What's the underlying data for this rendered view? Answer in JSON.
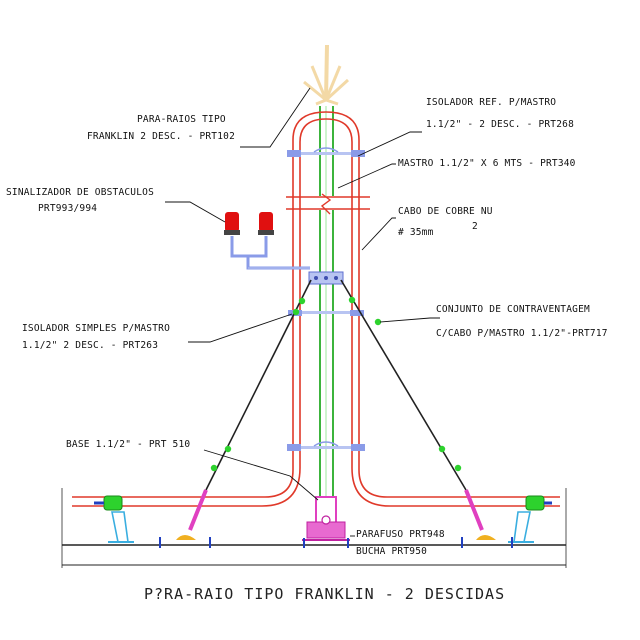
{
  "labels": {
    "para_raios_1": "PARA-RAIOS TIPO",
    "para_raios_2": "FRANKLIN 2 DESC. - PRT102",
    "isolador_ref_1": "ISOLADOR REF. P/MASTRO",
    "isolador_ref_2": "1.1/2\" - 2 DESC. - PRT268",
    "mastro": "MASTRO  1.1/2\" X 6 MTS - PRT340",
    "sinalizador_1": "SINALIZADOR DE OBSTACULOS",
    "sinalizador_2": "PRT993/994",
    "cabo_1": "CABO DE COBRE NU",
    "cabo_2": "# 35mm",
    "cabo_sup": "2",
    "conjunto_1": "CONJUNTO DE CONTRAVENTAGEM",
    "conjunto_2": "C/CABO P/MASTRO 1.1/2\"-PRT717",
    "isolador_simples_1": "ISOLADOR SIMPLES P/MASTRO",
    "isolador_simples_2": "1.1/2\"  2 DESC. - PRT263",
    "base": "BASE 1.1/2\" - PRT 510",
    "parafuso": "PARAFUSO PRT948",
    "bucha": "BUCHA PRT950"
  },
  "title": "P?RA-RAIO TIPO FRANKLIN - 2 DESCIDAS",
  "colors": {
    "cable": "#e0392a",
    "mast": "#3cb43c",
    "insulator": "#8a9be8",
    "guy_wire": "#222222",
    "turnbuckle": "#2dd22d",
    "base": "#e040c0",
    "beacon": "#e01010",
    "bracket": "#3aaee0",
    "rod": "#f3d9a6"
  }
}
